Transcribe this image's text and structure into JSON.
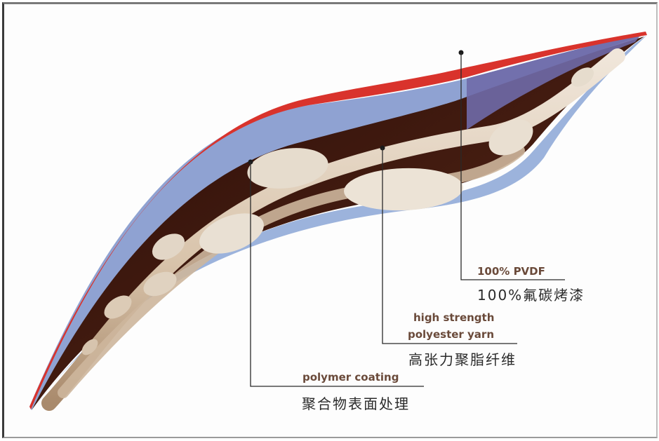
{
  "diagram": {
    "title": "",
    "colors": {
      "pvdf_top": "#d9332c",
      "coating": "#8a9ccc",
      "coating_side": "#7a74b0",
      "core_dark": "#3a140c",
      "yarn": "#d9c6b0",
      "leader_line": "#2a2a2a"
    },
    "labels": [
      {
        "id": "pvdf",
        "english": "100% PVDF",
        "chinese": "100%氟碳烤漆"
      },
      {
        "id": "yarn",
        "english_line1": "high strength",
        "english_line2": "polyester yarn",
        "chinese": "高张力聚脂纤维"
      },
      {
        "id": "coating",
        "english": "polymer coating",
        "chinese": "聚合物表面处理"
      }
    ]
  }
}
